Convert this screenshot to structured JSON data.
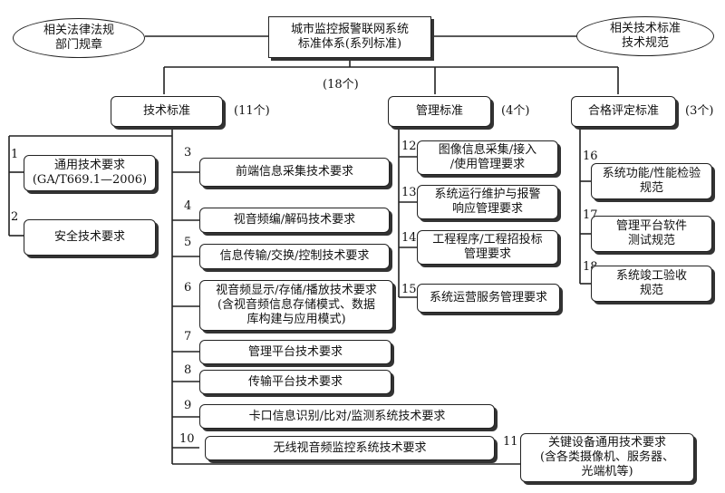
{
  "root": {
    "title": "城市监控报警联网系统\n标准体系(系列标准)"
  },
  "left_ellipse": "相关法律法规\n部门规章",
  "right_ellipse": "相关技术标准\n技术规范",
  "total_count": "(18个)",
  "categories": [
    {
      "label": "技术标准",
      "count": "(11个)"
    },
    {
      "label": "管理标准",
      "count": "(4个)"
    },
    {
      "label": "合格评定标准",
      "count": "(3个)"
    }
  ],
  "tech_standards": [
    {
      "num": "1",
      "label": "通用技术要求\n(GA/T669.1—2006)"
    },
    {
      "num": "2",
      "label": "安全技术要求"
    },
    {
      "num": "3",
      "label": "前端信息采集技术要求"
    },
    {
      "num": "4",
      "label": "视音频编/解码技术要求"
    },
    {
      "num": "5",
      "label": "信息传输/交换/控制技术要求"
    },
    {
      "num": "6",
      "label": "视音频显示/存储/播放技术要求\n(含视音频信息存储模式、数据\n库构建与应用模式)"
    },
    {
      "num": "7",
      "label": "管理平台技术要求"
    },
    {
      "num": "8",
      "label": "传输平台技术要求"
    },
    {
      "num": "9",
      "label": "卡口信息识别/比对/监测系统技术要求"
    },
    {
      "num": "10",
      "label": "无线视音频监控系统技术要求"
    },
    {
      "num": "11",
      "label": "关键设备通用技术要求\n(含各类摄像机、服务器、\n光端机等)"
    }
  ],
  "mgmt_standards": [
    {
      "num": "12",
      "label": "图像信息采集/接入\n/使用管理要求"
    },
    {
      "num": "13",
      "label": "系统运行维护与报警\n响应管理要求"
    },
    {
      "num": "14",
      "label": "工程程序/工程招投标\n管理要求"
    },
    {
      "num": "15",
      "label": "系统运营服务管理要求"
    }
  ],
  "conform_standards": [
    {
      "num": "16",
      "label": "系统功能/性能检验\n规范"
    },
    {
      "num": "17",
      "label": "管理平台软件\n测试规范"
    },
    {
      "num": "18",
      "label": "系统竣工验收\n规范"
    }
  ]
}
